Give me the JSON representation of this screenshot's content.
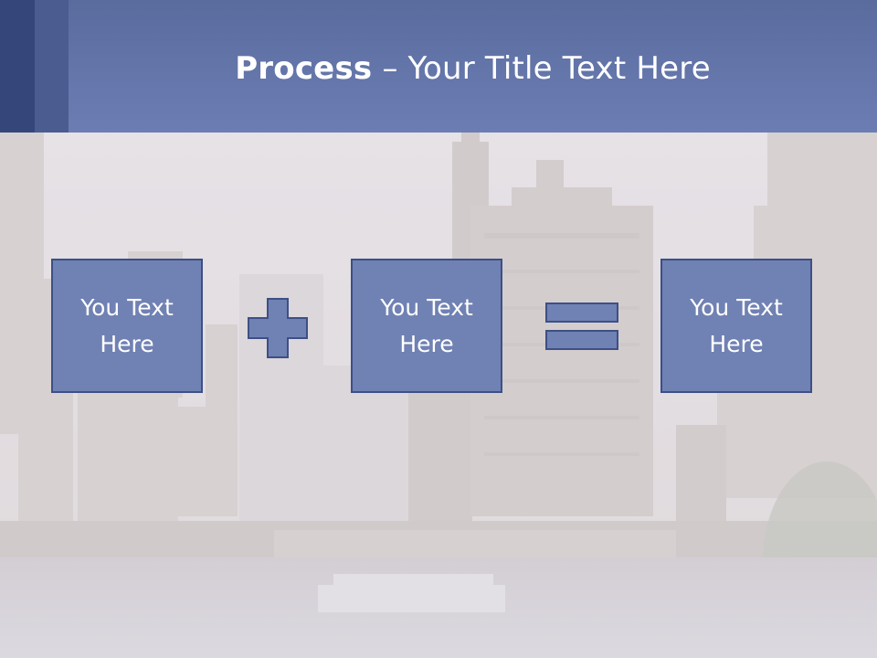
{
  "slide": {
    "title": {
      "bold": "Process",
      "rest": " – Your Title Text Here"
    },
    "boxes": [
      {
        "text": "You Text\nHere"
      },
      {
        "text": "You Text\nHere"
      },
      {
        "text": "You Text\nHere"
      }
    ],
    "operators": [
      "plus-icon",
      "equals-icon"
    ]
  },
  "colors": {
    "header": "#6b7db3",
    "header_accent": "#35477a",
    "box_fill": "#7081b3",
    "box_border": "#3d4f86",
    "text": "#ffffff"
  }
}
